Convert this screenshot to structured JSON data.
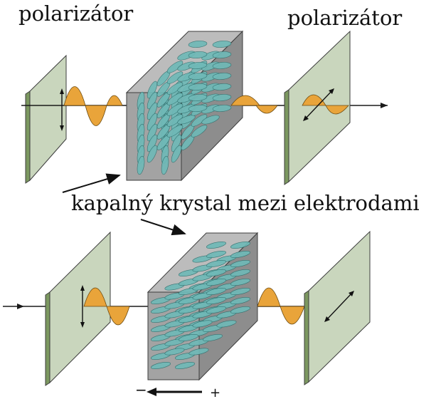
{
  "labels": {
    "polarizer_left": "polarizátor",
    "polarizer_right": "polarizátor",
    "liquid_crystal": "kapalný krystal mezi elektrodami"
  },
  "electrode_signs": {
    "minus": "−",
    "plus": "+"
  },
  "colors": {
    "polarizer_face": "#c9d6bd",
    "polarizer_edge": "#7c9860",
    "crystal_front": "#a3a3a3",
    "crystal_side": "#8d8d8d",
    "crystal_top": "#bcbcbc",
    "molecule": "#6fb9b7",
    "wave": "#e9a43a",
    "beam": "#1a1a1a"
  }
}
